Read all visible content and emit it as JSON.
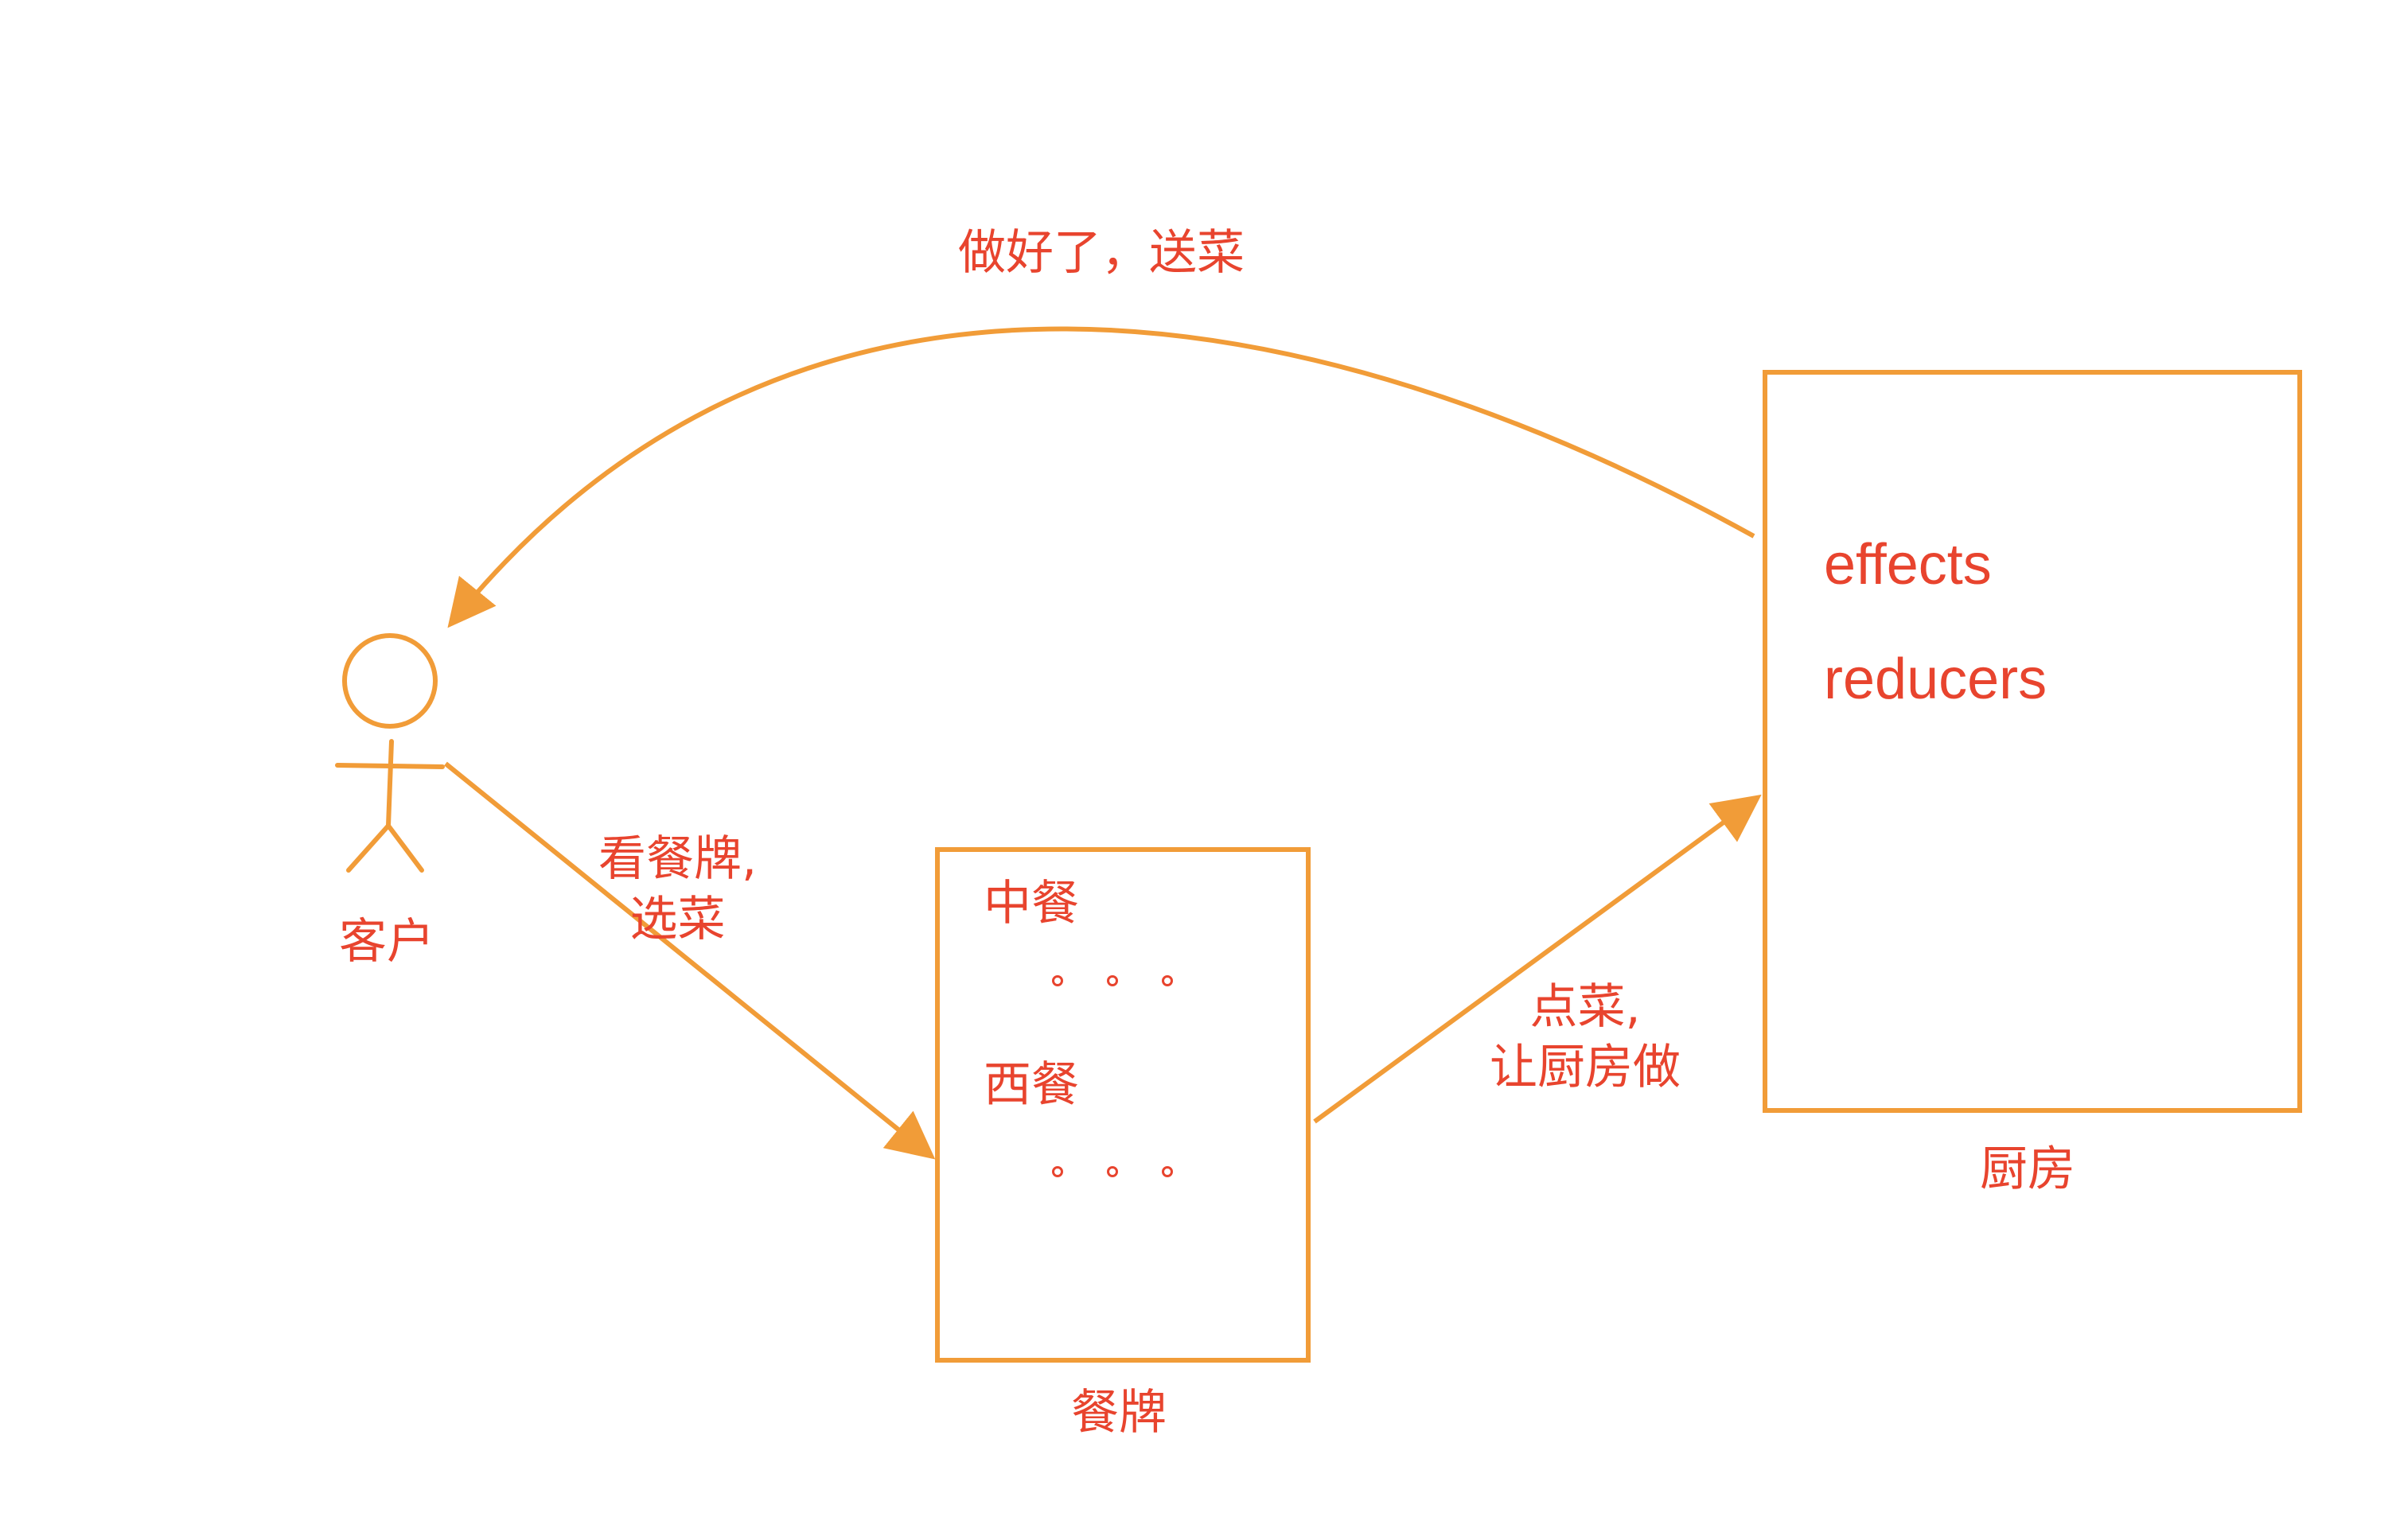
{
  "colors": {
    "stroke": "#f19c38",
    "text": "#e8442e",
    "background": "#ffffff"
  },
  "customer": {
    "label": "客户"
  },
  "menu": {
    "label": "餐牌",
    "chinese": "中餐",
    "western": "西餐",
    "ellipsis": "。。。"
  },
  "kitchen": {
    "label": "厨房",
    "effects": "effects",
    "reducers": "reducers"
  },
  "arrows": {
    "customer_to_menu": "看餐牌,\n选菜",
    "menu_to_kitchen": "点菜,\n让厨房做",
    "kitchen_to_customer": "做好了，送菜"
  }
}
